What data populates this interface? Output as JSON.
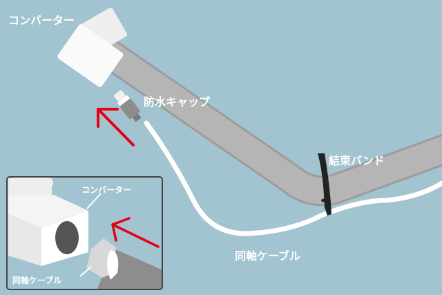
{
  "labels": {
    "converter": "コンバーター",
    "waterproof_cap": "防水キャップ",
    "cable_tie": "結束バンド",
    "coax_cable": "同軸ケーブル"
  },
  "inset": {
    "converter": "コンバーター",
    "coax_cable": "同軸ケーブル"
  },
  "colors": {
    "background": "#a2c3d0",
    "arrow": "#e60012",
    "pole": "#b3b3b3",
    "cable": "#ffffff"
  }
}
